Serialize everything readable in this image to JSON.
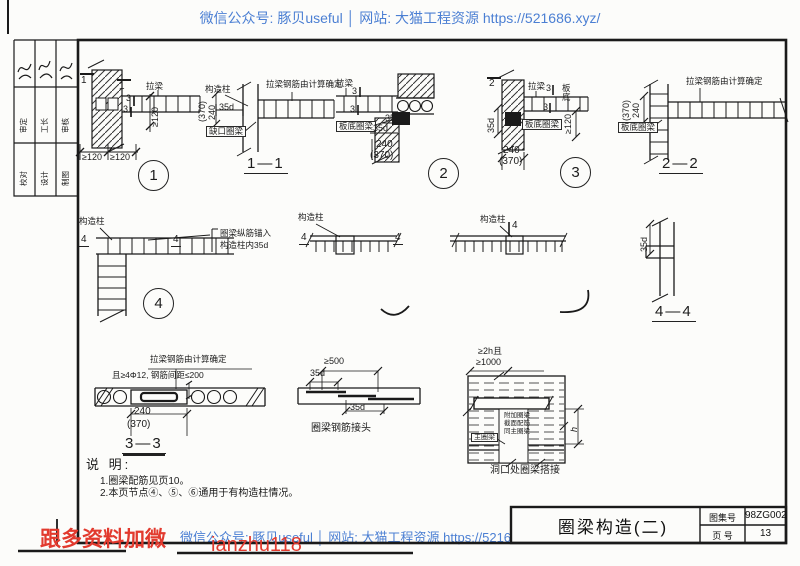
{
  "banner": {
    "top": "微信公众号: 豚贝useful │ 网站: 大猫工程资源 https://521686.xyz/",
    "bottom": "微信公众号: 豚贝useful │ 网站: 大猫工程资源 https://5216",
    "color": "#4b7fd3"
  },
  "promo": {
    "line1": "跟多资料加微",
    "line2": "ianzhu118",
    "color": "#e23a2e"
  },
  "stamp": {
    "r2c1": "审定",
    "r2c2": "工长",
    "r2c3": "审核",
    "r3c1": "校对",
    "r3c2": "设计",
    "r3c3": "制图"
  },
  "d1": {
    "m1": "1",
    "m2": "1",
    "b3a": "3",
    "b3b": "3",
    "tie": "拉梁",
    "dr": "≥120",
    "db1": "≥120",
    "db2": "≥120",
    "bub": "1"
  },
  "s11": {
    "col": "构造柱",
    "d370": "(370)",
    "d240": "240",
    "d35": "35d",
    "notch": "缺口圈梁",
    "note": "拉梁钢筋由计算确定",
    "title": "1—1"
  },
  "d2": {
    "tie": "拉梁",
    "b3a": "3",
    "b3b": "3",
    "beam": "板底圈梁",
    "d35a": "35d",
    "d35b": "35d",
    "d240": "240",
    "d370": "(370)",
    "bub": "2"
  },
  "d3": {
    "m2": "2",
    "tie": "拉梁",
    "b3a": "3",
    "b3b": "3",
    "side": "板底",
    "d35": "35d",
    "beam": "板底圈梁",
    "d120": "≥120",
    "d240": "240",
    "d370": "(370)",
    "bub": "3"
  },
  "s22": {
    "d370": "(370)",
    "d240": "240",
    "beam": "板底圈梁",
    "note": "拉梁钢筋由计算确定",
    "title": "2—2"
  },
  "d4": {
    "col": "构造柱",
    "m4l": "4",
    "m4r": "4",
    "c1": "圈梁纵筋锚入",
    "c2": "构造柱内35d",
    "bub": "4"
  },
  "pA": {
    "col": "构造柱",
    "m4l": "4",
    "m4r": "4"
  },
  "pB": {
    "col": "构造柱",
    "m4": "4"
  },
  "s44": {
    "d35": "35d",
    "title": "4—4"
  },
  "s33": {
    "note1": "拉梁钢筋由计算确定",
    "note2": "且≥4Φ12, 钢筋间距≤200",
    "d240": "240",
    "d370": "(370)",
    "title": "3—3"
  },
  "sp": {
    "d500": "≥500",
    "d35a": "35d",
    "d35b": "35d",
    "title": "圈梁钢筋接头"
  },
  "op": {
    "dh2": "≥2h且",
    "d1000": "≥1000",
    "a1": "附加圈梁",
    "a2": "截面配筋",
    "a3": "同主圈梁",
    "main": "主圈梁",
    "h": "h",
    "title": "洞口处圈梁搭接"
  },
  "notes": {
    "head": "说  明:",
    "i1": "1.圈梁配筋见页10。",
    "i2": "2.本页节点④、⑤、⑥通用于有构造柱情况。"
  },
  "tb": {
    "title": "圈梁构造(二)",
    "al": "图集号",
    "av": "98ZG002",
    "pl": "页  号",
    "pv": "13"
  }
}
